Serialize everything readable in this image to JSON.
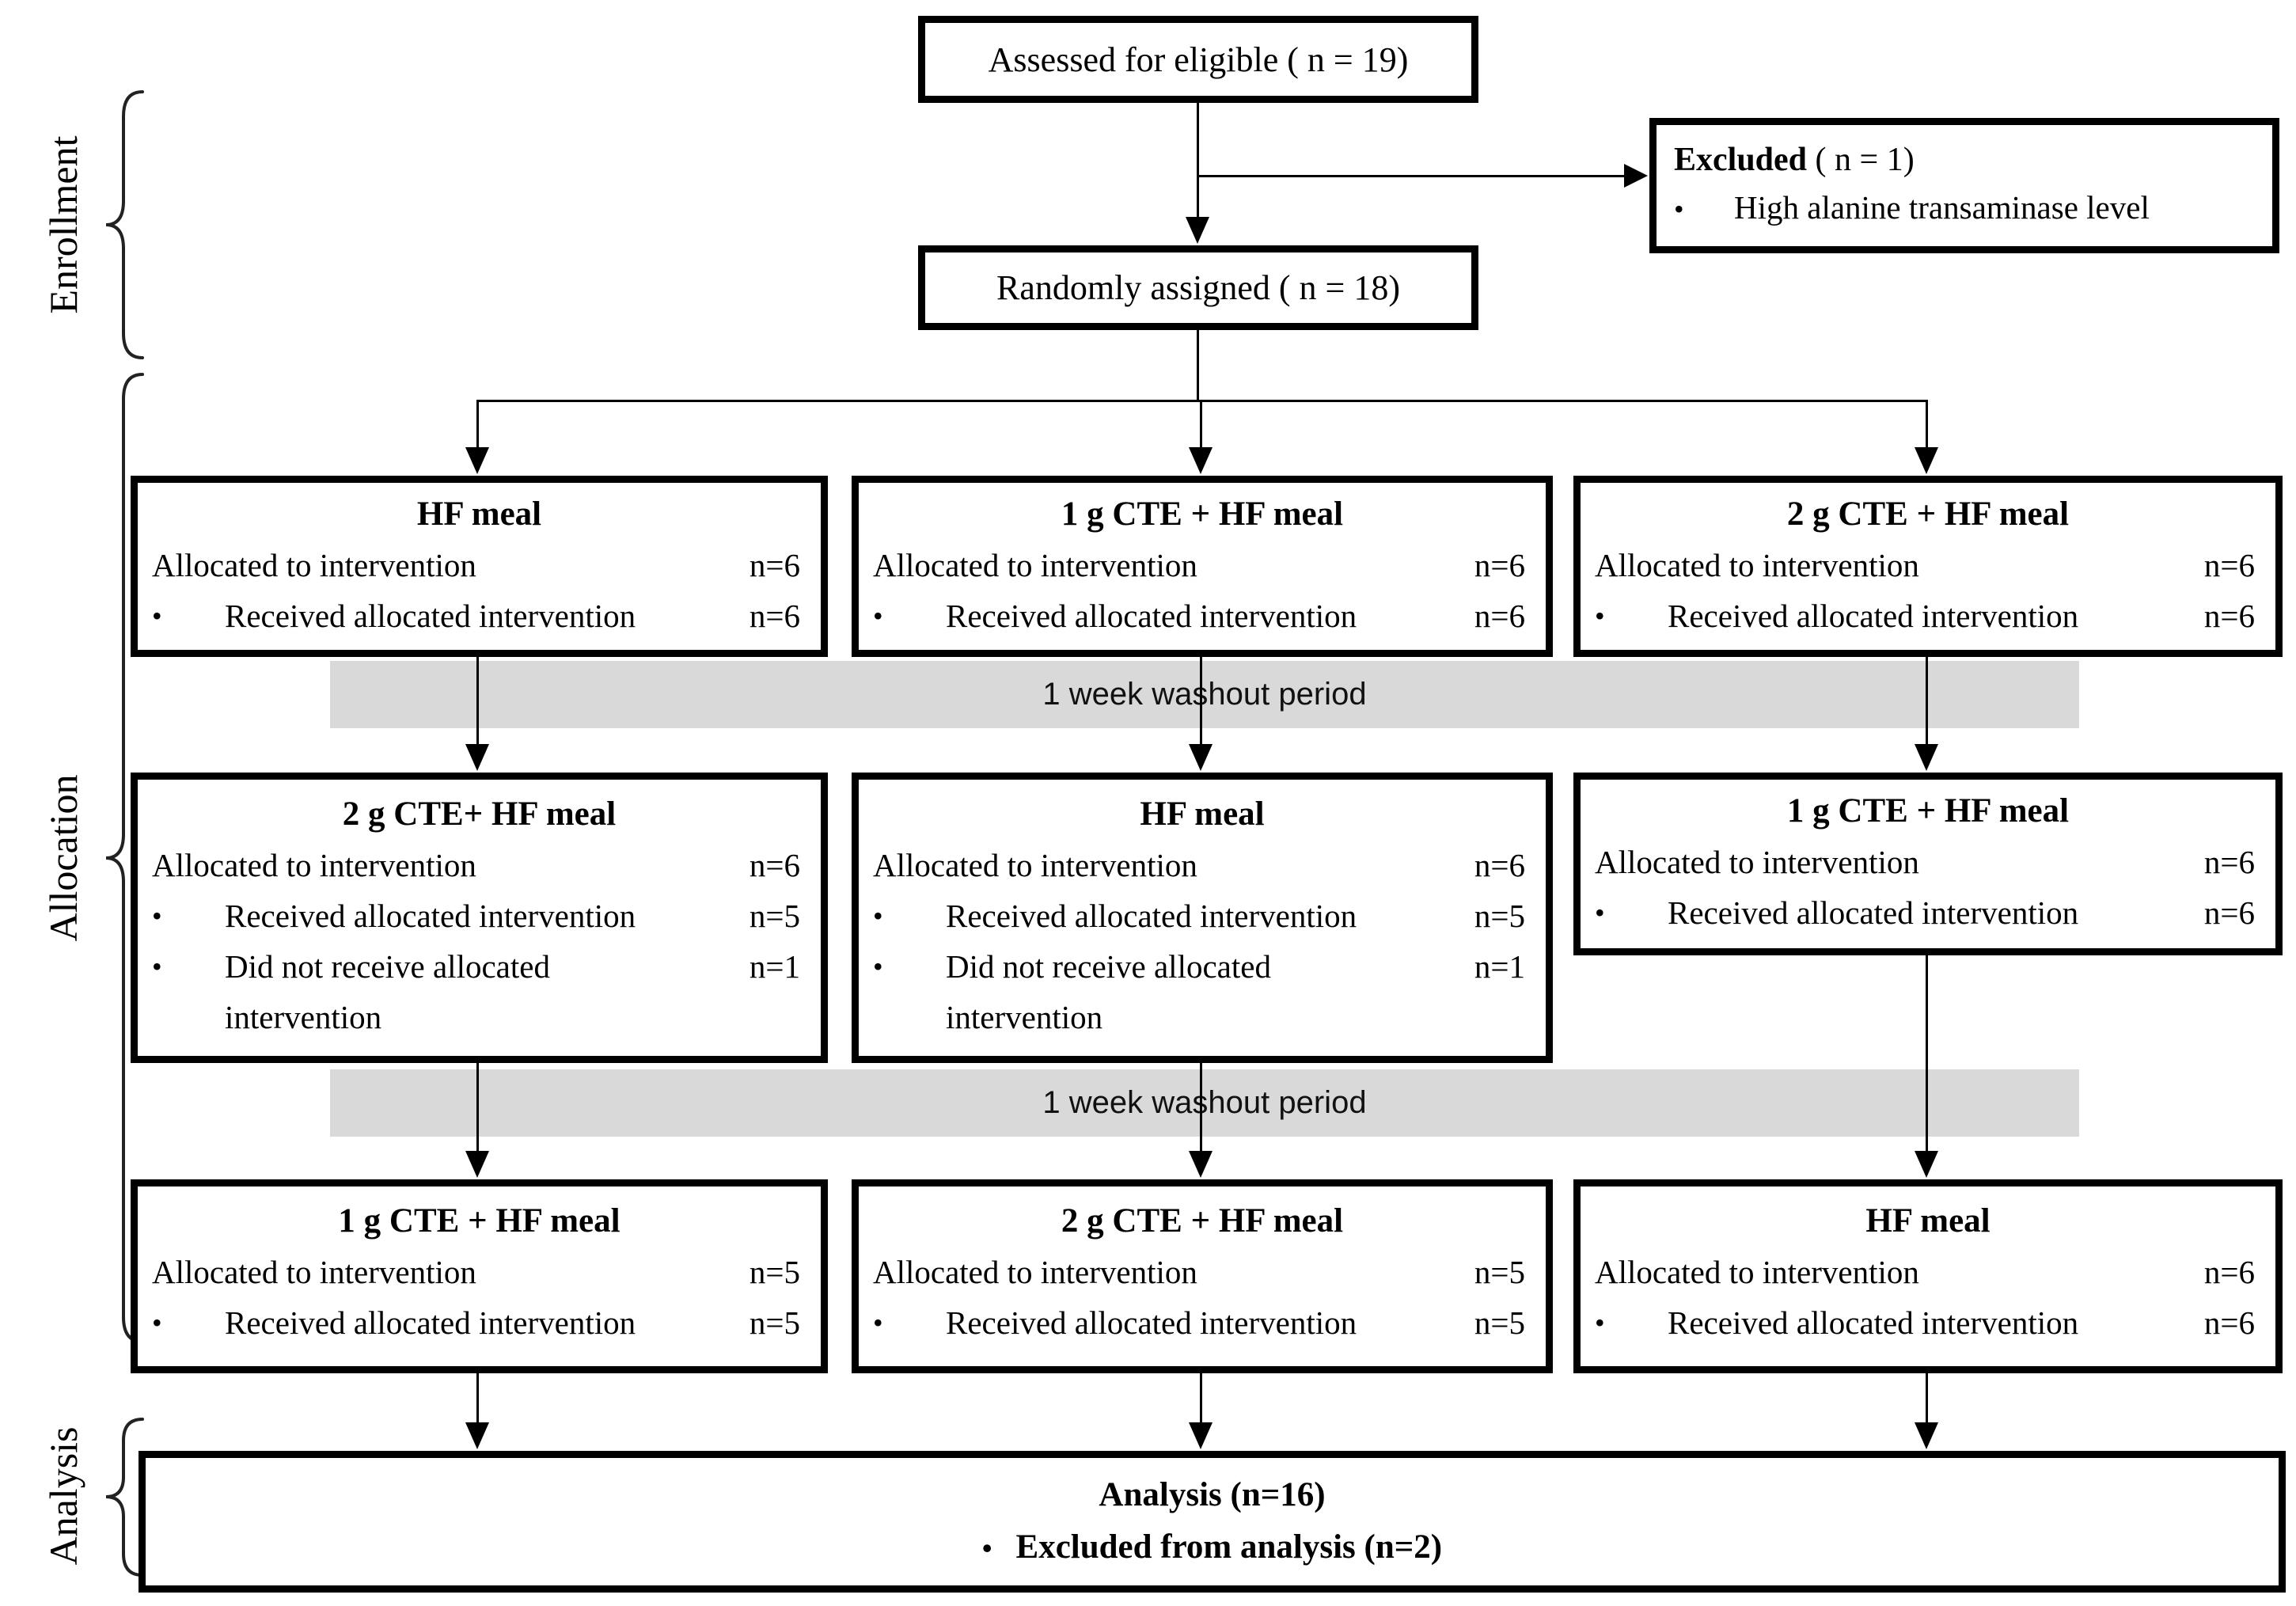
{
  "figure": {
    "bullet": "•",
    "side_labels": {
      "enrollment": "Enrollment",
      "allocation": "Allocation",
      "analysis": "Analysis"
    },
    "top_flow": {
      "assessed": "Assessed for eligible ( n = 19)",
      "randomized": "Randomly assigned ( n = 18)",
      "excluded_title_bold": "Excluded",
      "excluded_title_rest": " ( n = 1)",
      "excluded_reason": "High alanine transaminase level"
    },
    "washout": {
      "first": "1 week washout period",
      "second": "1 week washout period"
    },
    "rows": [
      {
        "boxes": [
          {
            "title": "HF meal",
            "lines": [
              {
                "text": "Allocated to intervention",
                "n": "n=6"
              },
              {
                "text": "Received allocated intervention",
                "n": "n=6"
              }
            ]
          },
          {
            "title": "1 g CTE + HF meal",
            "lines": [
              {
                "text": "Allocated to intervention",
                "n": "n=6"
              },
              {
                "text": "Received allocated intervention",
                "n": "n=6"
              }
            ]
          },
          {
            "title": "2 g CTE + HF meal",
            "lines": [
              {
                "text": "Allocated to intervention",
                "n": "n=6"
              },
              {
                "text": "Received allocated intervention",
                "n": "n=6"
              }
            ]
          }
        ]
      },
      {
        "boxes": [
          {
            "title": "2 g CTE+ HF meal",
            "lines": [
              {
                "text": "Allocated to intervention",
                "n": "n=6"
              },
              {
                "text": "Received allocated intervention",
                "n": "n=5"
              },
              {
                "text": "Did not receive allocated",
                "text2": "intervention",
                "n": "n=1"
              }
            ]
          },
          {
            "title": "HF meal",
            "lines": [
              {
                "text": "Allocated to intervention",
                "n": "n=6"
              },
              {
                "text": "Received allocated intervention",
                "n": "n=5"
              },
              {
                "text": "Did not receive allocated",
                "text2": "intervention",
                "n": "n=1"
              }
            ]
          },
          {
            "title": "1 g CTE + HF meal",
            "lines": [
              {
                "text": "Allocated to intervention",
                "n": "n=6"
              },
              {
                "text": "Received allocated intervention",
                "n": "n=6"
              }
            ]
          }
        ]
      },
      {
        "boxes": [
          {
            "title": "1 g CTE + HF meal",
            "lines": [
              {
                "text": "Allocated to intervention",
                "n": "n=5"
              },
              {
                "text": "Received allocated intervention",
                "n": "n=5"
              }
            ]
          },
          {
            "title": "2 g CTE + HF meal",
            "lines": [
              {
                "text": "Allocated to intervention",
                "n": "n=5"
              },
              {
                "text": "Received allocated intervention",
                "n": "n=5"
              }
            ]
          },
          {
            "title": "HF meal",
            "lines": [
              {
                "text": "Allocated to intervention",
                "n": "n=6"
              },
              {
                "text": "Received allocated intervention",
                "n": "n=6"
              }
            ]
          }
        ]
      }
    ],
    "analysis_box": {
      "line1": "Analysis (n=16)",
      "line2": "Excluded from analysis (n=2)"
    }
  }
}
